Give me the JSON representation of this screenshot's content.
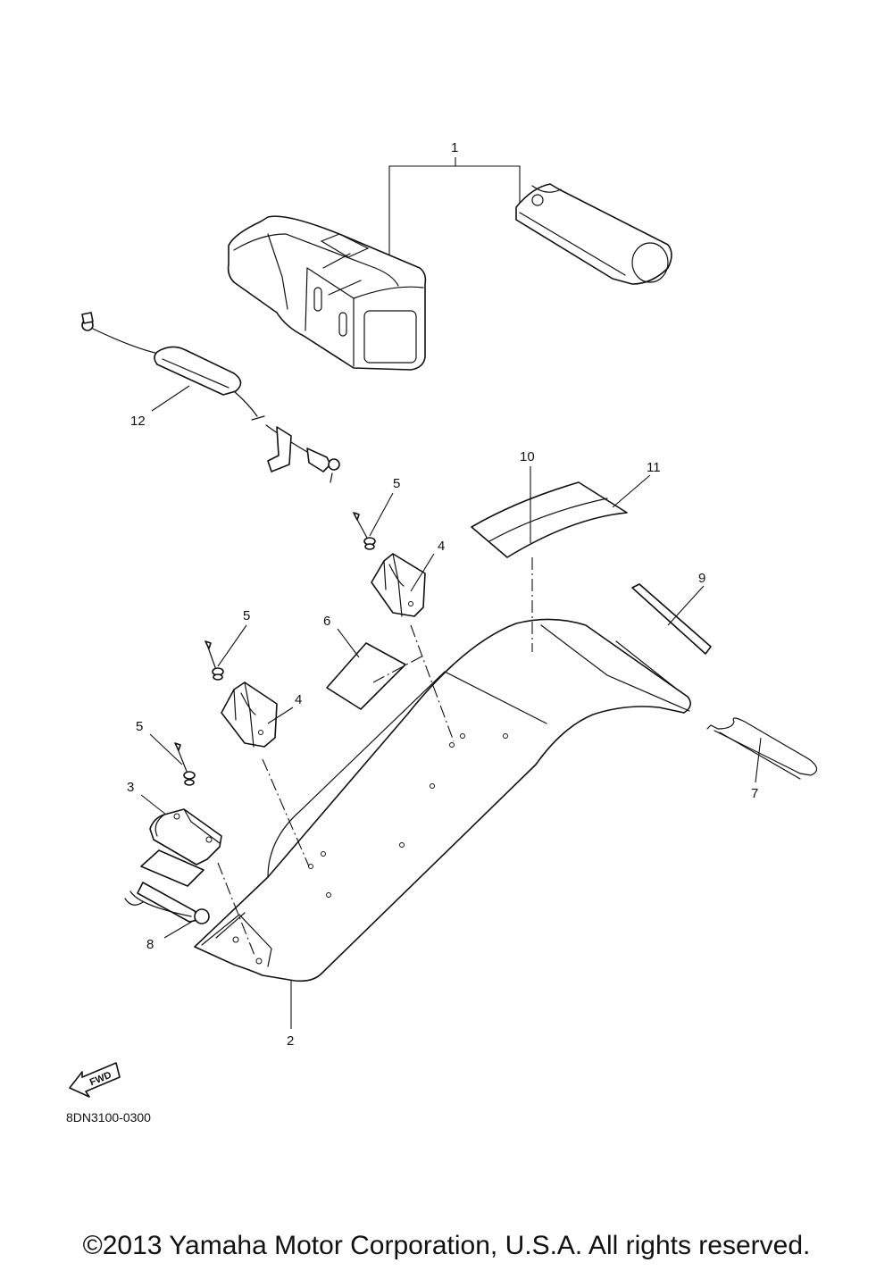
{
  "callouts": {
    "c1": "1",
    "c2": "2",
    "c3": "3",
    "c4a": "4",
    "c4b": "4",
    "c5a": "5",
    "c5b": "5",
    "c5c": "5",
    "c6": "6",
    "c7": "7",
    "c8": "8",
    "c9": "9",
    "c10": "10",
    "c11": "11",
    "c12": "12"
  },
  "fwd_label": "FWD",
  "diagram_code": "8DN3100-0300",
  "copyright": "©2013 Yamaha Motor Corporation, U.S.A. All rights reserved."
}
